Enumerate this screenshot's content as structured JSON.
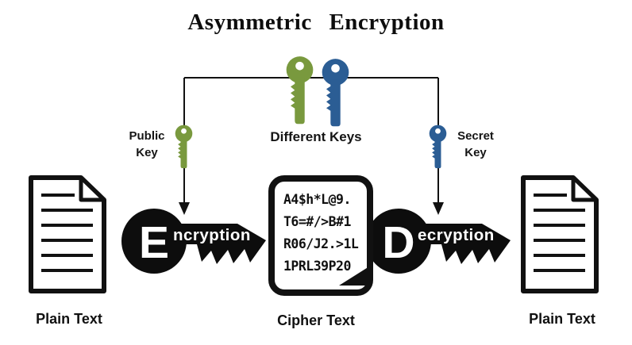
{
  "title": "Asymmetric Encryption",
  "colors": {
    "key_green": "#79993e",
    "key_blue": "#2b5d94",
    "ink": "#111111"
  },
  "top_section": {
    "different_keys_label": "Different Keys",
    "public_key_label_line1": "Public",
    "public_key_label_line2": "Key",
    "secret_key_label_line1": "Secret",
    "secret_key_label_line2": "Key"
  },
  "processes": {
    "encryption": {
      "initial": "E",
      "rest": "ncryption"
    },
    "decryption": {
      "initial": "D",
      "rest": "ecryption"
    }
  },
  "cipher_text": {
    "lines": [
      "A4$h*L@9.",
      "T6=#/>B#1",
      "R06/J2.>1L",
      "1PRL39P20"
    ]
  },
  "captions": {
    "plain_text_left": "Plain Text",
    "cipher_text": "Cipher Text",
    "plain_text_right": "Plain Text"
  }
}
